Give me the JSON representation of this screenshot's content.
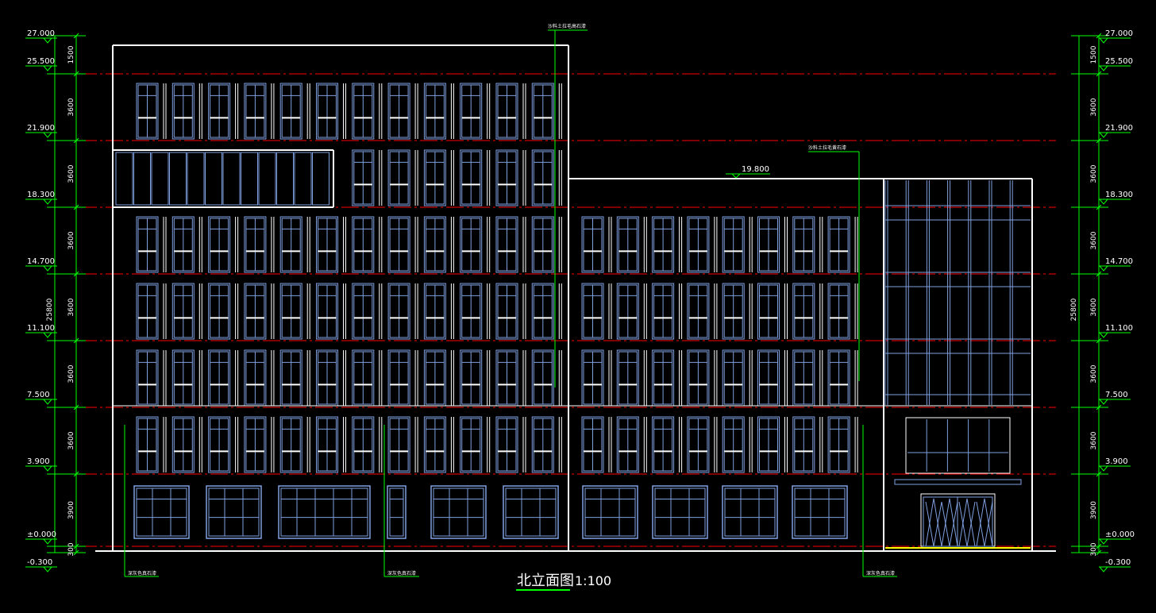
{
  "drawing": {
    "title": "北立面图",
    "scale": "1:100",
    "colors": {
      "background": "#000000",
      "outline": "#ffffff",
      "window": "#7f9fdf",
      "level_line": "#ff0000",
      "dimension": "#00ff00",
      "base_strip": "#ffff00"
    }
  },
  "levels": [
    {
      "label": "27.000"
    },
    {
      "label": "25.500"
    },
    {
      "label": "21.900"
    },
    {
      "label": "18.300"
    },
    {
      "label": "14.700"
    },
    {
      "label": "11.100"
    },
    {
      "label": "7.500"
    },
    {
      "label": "3.900"
    },
    {
      "label": "±0.000"
    },
    {
      "label": "-0.300"
    }
  ],
  "floor_dims": [
    "1500",
    "3600",
    "3600",
    "3600",
    "3600",
    "3600",
    "3600",
    "3900",
    "300"
  ],
  "total_dim": "25800",
  "roof_level_mark": "19.800",
  "material_notes": {
    "top_main": "沙料土拉毛高石漆",
    "top_side": "沙料土拉毛黄石漆",
    "bottom_left": "深灰色真石漆",
    "bottom_mid": "深灰色真石漆",
    "bottom_right": "深灰色真石漆"
  }
}
